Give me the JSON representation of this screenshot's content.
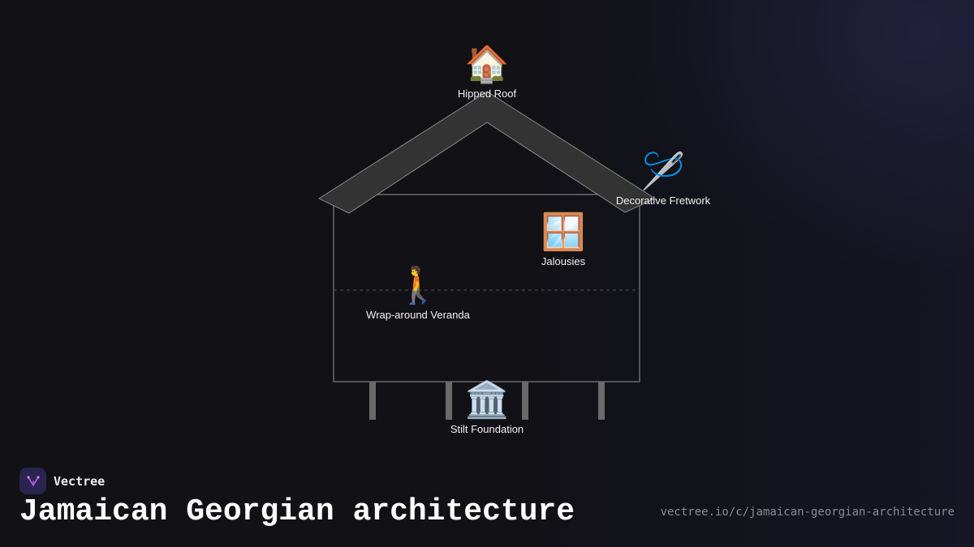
{
  "diagram": {
    "features": [
      {
        "id": "hipped-roof",
        "icon": "house-icon",
        "emoji": "🏠",
        "label": "Hipped Roof"
      },
      {
        "id": "decorative-fretwork",
        "icon": "needle-thread-icon",
        "emoji": "🪡",
        "label": "Decorative Fretwork"
      },
      {
        "id": "jalousies",
        "icon": "window-icon",
        "emoji": "🪟",
        "label": "Jalousies"
      },
      {
        "id": "wrap-around-veranda",
        "icon": "person-walking-icon",
        "emoji": "🚶",
        "label": "Wrap-around Veranda"
      },
      {
        "id": "stilt-foundation",
        "icon": "classical-building-icon",
        "emoji": "🏛️",
        "label": "Stilt Foundation"
      }
    ],
    "colors": {
      "roof_fill": "#333333",
      "roof_stroke": "#8a8a8a",
      "wall_stroke": "#6a6a6a",
      "stilt_fill": "#6a6a6a",
      "veranda_line": "#4a4a4a"
    }
  },
  "footer": {
    "brand_name": "Vectree",
    "brand_icon": "vectree-logo-icon",
    "title": "Jamaican Georgian architecture",
    "url": "vectree.io/c/jamaican-georgian-architecture"
  }
}
